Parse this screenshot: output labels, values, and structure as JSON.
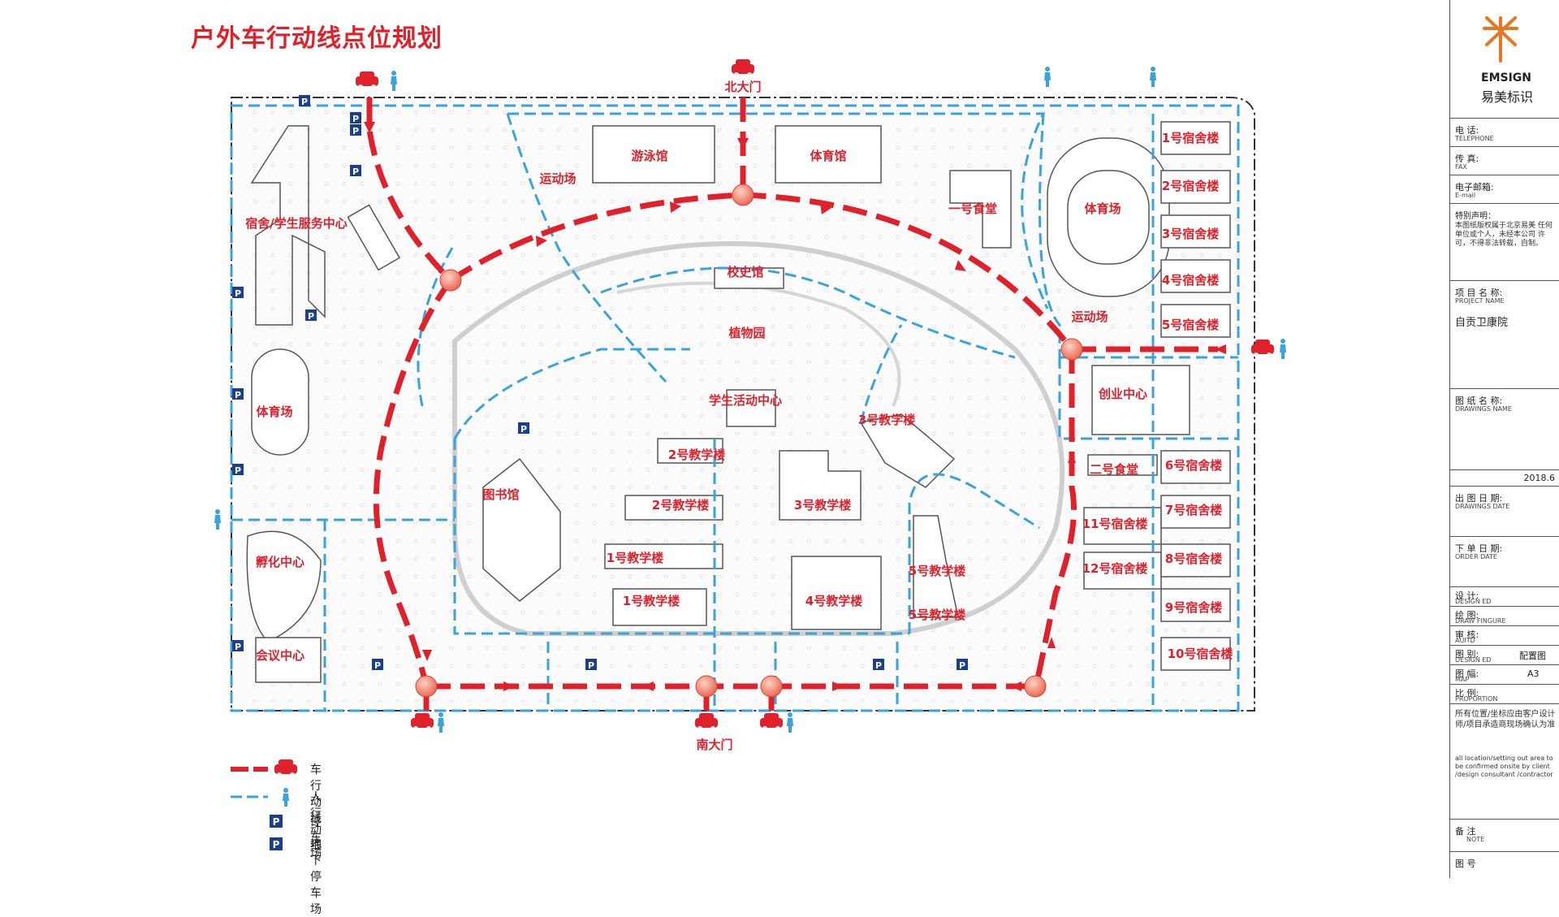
{
  "title": "户外车行动线点位规划",
  "colors": {
    "vehicle_route": "#e0202a",
    "pedestrian_route": "#3aa3dc",
    "parking": "#1a3f8f",
    "accent_brand": "#e87722"
  },
  "gates": {
    "north": "北大门",
    "south": "南大门"
  },
  "map_labels": {
    "swimming": "游泳馆",
    "gym_north": "体育馆",
    "sports_field_nw": "运动场",
    "canteen1": "一号食堂",
    "stadium_ne": "体育场",
    "sports_field_e": "运动场",
    "dorm_service": "宿舍/学生服务中心",
    "history": "校史馆",
    "botanical": "植物园",
    "student_activity": "学生活动中心",
    "stadium_w": "体育场",
    "library": "图书馆",
    "teach2a": "2号教学楼",
    "teach2b": "2号教学楼",
    "teach3a": "3号教学楼",
    "teach3b": "3号教学楼",
    "teach1a": "1号教学楼",
    "teach1b": "1号教学楼",
    "teach4": "4号教学楼",
    "teach5a": "5号教学楼",
    "teach5b": "5号教学楼",
    "incubation": "孵化中心",
    "conference": "会议中心",
    "startup": "创业中心",
    "canteen2": "二号食堂",
    "dorm11": "11号宿舍楼",
    "dorm12": "12号宿舍楼",
    "dorm1": "1号宿舍楼",
    "dorm2": "2号宿舍楼",
    "dorm3": "3号宿舍楼",
    "dorm4": "4号宿舍楼",
    "dorm5": "5号宿舍楼",
    "dorm6": "6号宿舍楼",
    "dorm7": "7号宿舍楼",
    "dorm8": "8号宿舍楼",
    "dorm9": "9号宿舍楼",
    "dorm10": "10号宿舍楼"
  },
  "parking_symbol": "P",
  "legend": {
    "vehicle": "车行动线",
    "pedestrian": "人行动线",
    "parking": "停车场",
    "underground_parking": "地下停车场"
  },
  "title_block": {
    "brand_en": "EMSIGN",
    "brand_cn": "易美标识",
    "telephone_cn": "电    话:",
    "telephone_en": "TELEPHONE",
    "fax_cn": "传    真:",
    "fax_en": "FAX",
    "email_cn": "电子邮箱:",
    "email_en": "E-mail",
    "statement_cn": "特别声明：",
    "statement_text": "本图纸版权属于北京易美 任何单位或个人，未经本公司 许可，不得非法转载，自制。",
    "project_cn": "项 目 名 称:",
    "project_en": "PROJECT NAME",
    "project_value": "自贡卫康院",
    "drawing_cn": "图 纸 名 称:",
    "drawing_en": "DRAWINGS NAME",
    "date_value": "2018.6",
    "out_date_cn": "出 图 日 期:",
    "out_date_en": "DRAWINGS DATE",
    "order_cn": "下 单 日 期:",
    "order_en": "ORDER DATE",
    "design_cn": "设    计:",
    "design_en": "DESIGN ED",
    "draw_cn": "绘    图:",
    "draw_en": "DRAW FINGURE",
    "audit_cn": "审    核:",
    "audit_en": "AUITD",
    "type_cn": "图    别:",
    "type_en": "DESIGN ED",
    "type_value": "配置图",
    "size_cn": "图    幅:",
    "size_en": "MAP",
    "size_value": "A3",
    "scale_cn": "比    例:",
    "scale_en": "PROPORTION",
    "note_main_cn": "所有位置/坐标应由客户设计师/项目承造商现场确认为准",
    "note_main_en": "all location/setting out area to be confirmed onsite by client /design consultant /contractor",
    "remark_cn": "备    注",
    "remark_en": "NOTE",
    "figure_no_cn": "图    号"
  }
}
